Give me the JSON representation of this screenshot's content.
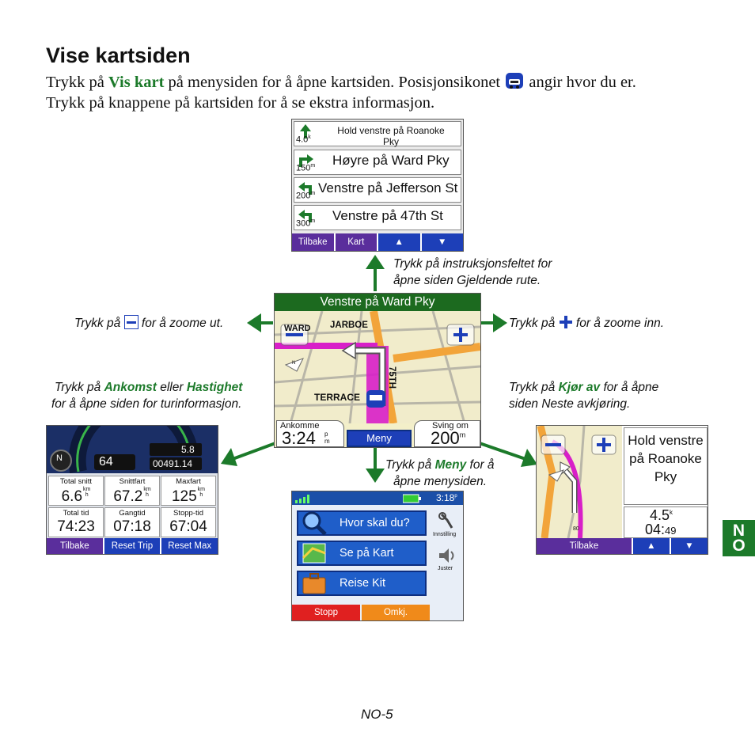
{
  "heading": "Vise kartsiden",
  "intro": {
    "line1_a": "Trykk på ",
    "line1_b": "Vis kart",
    "line1_c": " på menysiden for å åpne kartsiden. Posisjonsikonet ",
    "line1_d": " angir hvor du er.",
    "line2": "Trykk på knappene på kartsiden for å se ekstra informasjon."
  },
  "route_screen": {
    "rows": [
      {
        "dist": "4.0",
        "unit": "k",
        "text": "Hold venstre på Roanoke Pky"
      },
      {
        "dist": "150",
        "unit": "m",
        "text": "Høyre på Ward Pky"
      },
      {
        "dist": "200",
        "unit": "m",
        "text": "Venstre på Jefferson St"
      },
      {
        "dist": "300",
        "unit": "m",
        "text": "Venstre på 47th St"
      }
    ],
    "buttons": {
      "back": "Tilbake",
      "map": "Kart"
    }
  },
  "captions": {
    "top": [
      "Trykk på instruksjonsfeltet for",
      "åpne siden Gjeldende rute."
    ],
    "zoom_out_a": "Trykk på ",
    "zoom_out_b": " for å zoome ut.",
    "zoom_in_a": "Trykk på ",
    "zoom_in_b": " for å zoome inn.",
    "left_a": "Trykk på ",
    "left_b": "Ankomst",
    "left_c": " eller ",
    "left_d": "Hastighet",
    "left_e": "for å åpne siden for turinformasjon.",
    "right_a": "Trykk på ",
    "right_b": "Kjør av",
    "right_c": " for å åpne",
    "right_d": "siden Neste avkjøring.",
    "menu_a": "Trykk på ",
    "menu_b": "Meny",
    "menu_c": " for å",
    "menu_d": "åpne menysiden."
  },
  "map_screen": {
    "instruction": "Venstre på Ward Pky",
    "streets": {
      "ward": "WARD",
      "jarboe": "JARBOE",
      "terrace": "TERRACE",
      "st75": "75TH"
    },
    "compass": "N",
    "arrival_label": "Ankomme",
    "arrival_value": "3:24",
    "arrival_unit_top": "p",
    "arrival_unit_bot": "m",
    "menu_button": "Meny",
    "turn_label": "Sving om",
    "turn_value": "200",
    "turn_unit": "m"
  },
  "trip_screen": {
    "compass": "N",
    "speed": "64",
    "trip_odo": "5.8",
    "odometer": "00491.14",
    "cells": [
      {
        "label": "Total snitt",
        "value": "6.6"
      },
      {
        "label": "Snittfart",
        "value": "67.2"
      },
      {
        "label": "Maxfart",
        "value": "125"
      },
      {
        "label": "Total tid",
        "value": "74:23"
      },
      {
        "label": "Gangtid",
        "value": "07:18"
      },
      {
        "label": "Stopp-tid",
        "value": "67:04"
      }
    ],
    "unit_km": "km",
    "unit_h": "h",
    "buttons": {
      "back": "Tilbake",
      "reset_trip": "Reset Trip",
      "reset_max": "Reset Max"
    }
  },
  "menu_screen": {
    "time": "3:18",
    "time_unit": "p",
    "items": [
      "Hvor skal du?",
      "Se på Kart",
      "Reise Kit"
    ],
    "side": [
      "Innstilling",
      "Juster"
    ],
    "buttons": {
      "stop": "Stopp",
      "detour": "Omkj."
    }
  },
  "exit_screen": {
    "text": "Hold venstre på Roanoke Pky",
    "dist": "4.5",
    "dist_unit": "k",
    "time_main": "04:",
    "time_sec": "49",
    "road_label": "80",
    "buttons": {
      "back": "Tilbake"
    }
  },
  "badge": {
    "l1": "N",
    "l2": "O"
  },
  "page_number": "NO-5",
  "colors": {
    "arrow_green": "#1c7a2a",
    "gps_purple": "#5a2e9c",
    "gps_blue": "#1d3fb8"
  }
}
